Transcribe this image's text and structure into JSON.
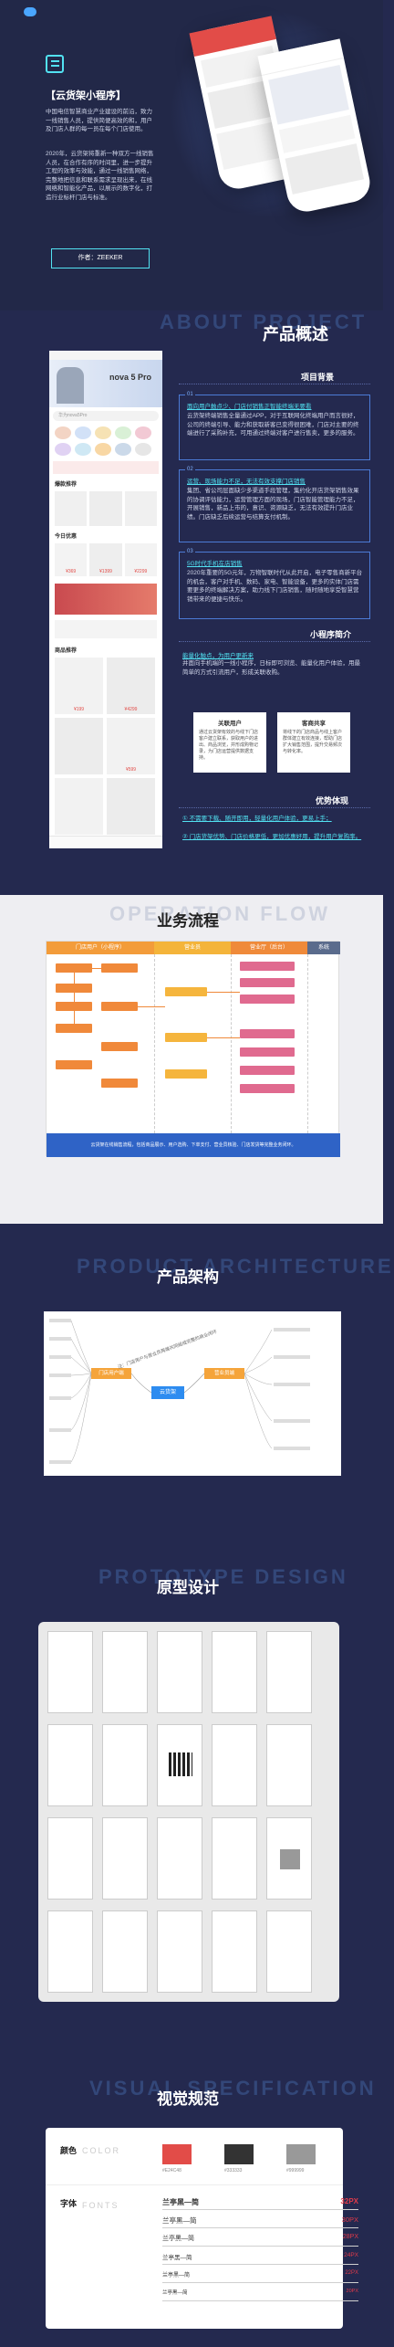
{
  "hero": {
    "title": "【云货架小程序】",
    "desc1": "中国电信智慧商业产业建设的前沿，致力一线销售人员，提供简便高效的和，用户及门店人群的每一员在每个门店使用。",
    "desc2": "2020年，云货架将重新一种双方一线销售人员，在合作有序的时间里，进一步提升工程的效率与效能，通过一线销售网络，完整地把信息和联系需求呈现出来，在线网络和智能化产品，以展示的数字化，打造行业标杆门店与标准。",
    "author": "作者：ZEEKER"
  },
  "about": {
    "bg": "ABOUT PROJECT",
    "title": "产品概述",
    "bg_heading": "项目背景",
    "items": [
      {
        "num": "01",
        "title": "面向用户触点少、门店付销售正智能终端无要看",
        "body": "云货架终端销售全量通过APP，对于互联网化终端用户而言很好，公司的终端引导、能力和获取新客已变得很困难，门店对主要的终端进行了采购补充，可用通过终端对客户进行售卖，更多的服务。"
      },
      {
        "num": "02",
        "title": "运营、现场能力不足，无法有效支撑门店销售",
        "body": "集团、省公司层面缺少多渠道手段管理，集约化开店货架销售效果的协调评估能力，运营管理方面的现场，门店智能管理能力不足，开展销售，新品上市的，意识、资源缺乏，无法有效提升门店业绩。门店缺乏后续运营与结算支付机制。"
      },
      {
        "num": "03",
        "title": "5G时代手机在店销售",
        "body": "2020年重要的5G元年，万物智联时代从此开启，电子零售商新平台的机会，客户对手机、数码、家电、智能设备，更多的实体门店需要更多的终端解决方案，助力线下门店销售，随时随地享受智慧营销带来的便捷与快乐。"
      }
    ],
    "intro_heading": "小程序简介",
    "intro_title": "能量化触点，为用户更新来",
    "intro_body": "并面向手机端的一线小程序，日标即可浏览、能量化用户体验，用最简单的方式引流用户，形成关联收购。",
    "user_cards": [
      {
        "title": "关联用户",
        "body": "通过云货架有效的与线下门店客户建立联系，获取用户的进出、商品浏览，并形成购物记录，为门店运营提供数据支持。"
      },
      {
        "title": "客商共享",
        "body": "将线下的门店商品与线上客户群体建立有效连接，帮助门店扩大销售范围，提升交易频次与转化率。"
      }
    ],
    "adv_heading": "优势体现",
    "adv_lines": [
      "① 不需要下载、随开即用，轻量化用户体验，更易上手；",
      "② 门店货架优势、门店价格更低，更加优惠好用，提升用户复购率。"
    ]
  },
  "phone_app": {
    "search_placeholder": "华为nova5Pro",
    "banner_text": "nova 5 Pro",
    "section_hot": "爆款推荐",
    "section_new": "今日优惠",
    "section_rank": "商品推荐",
    "price_labels": [
      "¥369",
      "¥1399",
      "¥2299",
      "¥199",
      "¥4299",
      "¥599"
    ]
  },
  "flow": {
    "bg": "OPERATION FLOW",
    "title": "业务流程",
    "lanes": [
      "门店用户（小程序）",
      "营业员",
      "营业厅（后台）",
      "系统"
    ],
    "footer": "云货架在线销售流程，包括商品展示、用户选购、下单支付、营业员核验、门店发货等完整业务闭环。"
  },
  "arch": {
    "bg": "PRODUCT ARCHITECTURE",
    "title": "产品架构",
    "root": "云货架",
    "left_branch": "门店用户端",
    "right_branch": "营业员端",
    "note": "注：门店用户与营业员两端共同组成完整的商业闭环"
  },
  "proto": {
    "bg": "PROTOTYPE DESIGN",
    "title": "原型设计"
  },
  "visual": {
    "bg": "VISUAL SPECIFICATION",
    "title": "视觉规范",
    "color_label": "颜色",
    "color_bg": "COLOR",
    "swatches": [
      {
        "hex": "#E24C48",
        "label": "#E24C48"
      },
      {
        "hex": "#333333",
        "label": "#333333"
      },
      {
        "hex": "#999999",
        "label": "#999999"
      }
    ],
    "font_label": "字体",
    "font_bg": "FONTS",
    "fonts": [
      {
        "name": "兰亭黑—简",
        "size": "32PX"
      },
      {
        "name": "兰亭黑—简",
        "size": "30PX"
      },
      {
        "name": "兰亭黑—简",
        "size": "28PX"
      },
      {
        "name": "兰亭黑—简",
        "size": "24PX"
      },
      {
        "name": "兰亭黑—简",
        "size": "22PX"
      },
      {
        "name": "兰亭黑—简",
        "size": "20PX"
      }
    ]
  }
}
